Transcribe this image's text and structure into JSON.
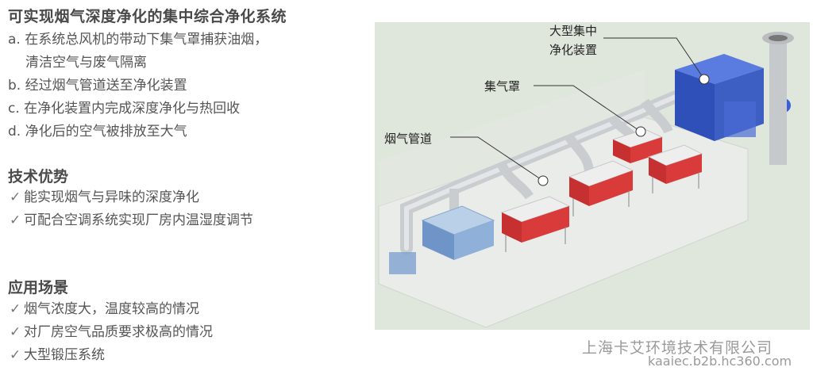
{
  "title": "可实现烟气深度净化的集中综合净化系统",
  "steps": [
    {
      "marker": "a.",
      "text": "在系统总风机的带动下集气罩捕获油烟，",
      "cont": "清洁空气与废气隔离"
    },
    {
      "marker": "b.",
      "text": "经过烟气管道送至净化装置"
    },
    {
      "marker": "c.",
      "text": "在净化装置内完成深度净化与热回收"
    },
    {
      "marker": "d.",
      "text": "净化后的空气被排放至大气"
    }
  ],
  "advantages": {
    "heading": "技术优势",
    "items": [
      "能实现烟气与异味的深度净化",
      "可配合空调系统实现厂房内温湿度调节"
    ]
  },
  "applications": {
    "heading": "应用场景",
    "items": [
      "烟气浓度大，温度较高的情况",
      "对厂房空气品质要求极高的情况",
      "大型锻压系统"
    ]
  },
  "check_glyph": "✓",
  "diagram_labels": {
    "purifier_line1": "大型集中",
    "purifier_line2": "净化装置",
    "hood": "集气罩",
    "duct": "烟气管道"
  },
  "footer": {
    "company": "上海卡艾环境技术有限公司",
    "website": "kaaiec.b2b.hc360.com"
  },
  "colors": {
    "hood_red": "#d93a3a",
    "purifier_blue": "#3d5fc4",
    "duct_gray": "#cfd3d6",
    "room_green": "#dfe7dc"
  }
}
